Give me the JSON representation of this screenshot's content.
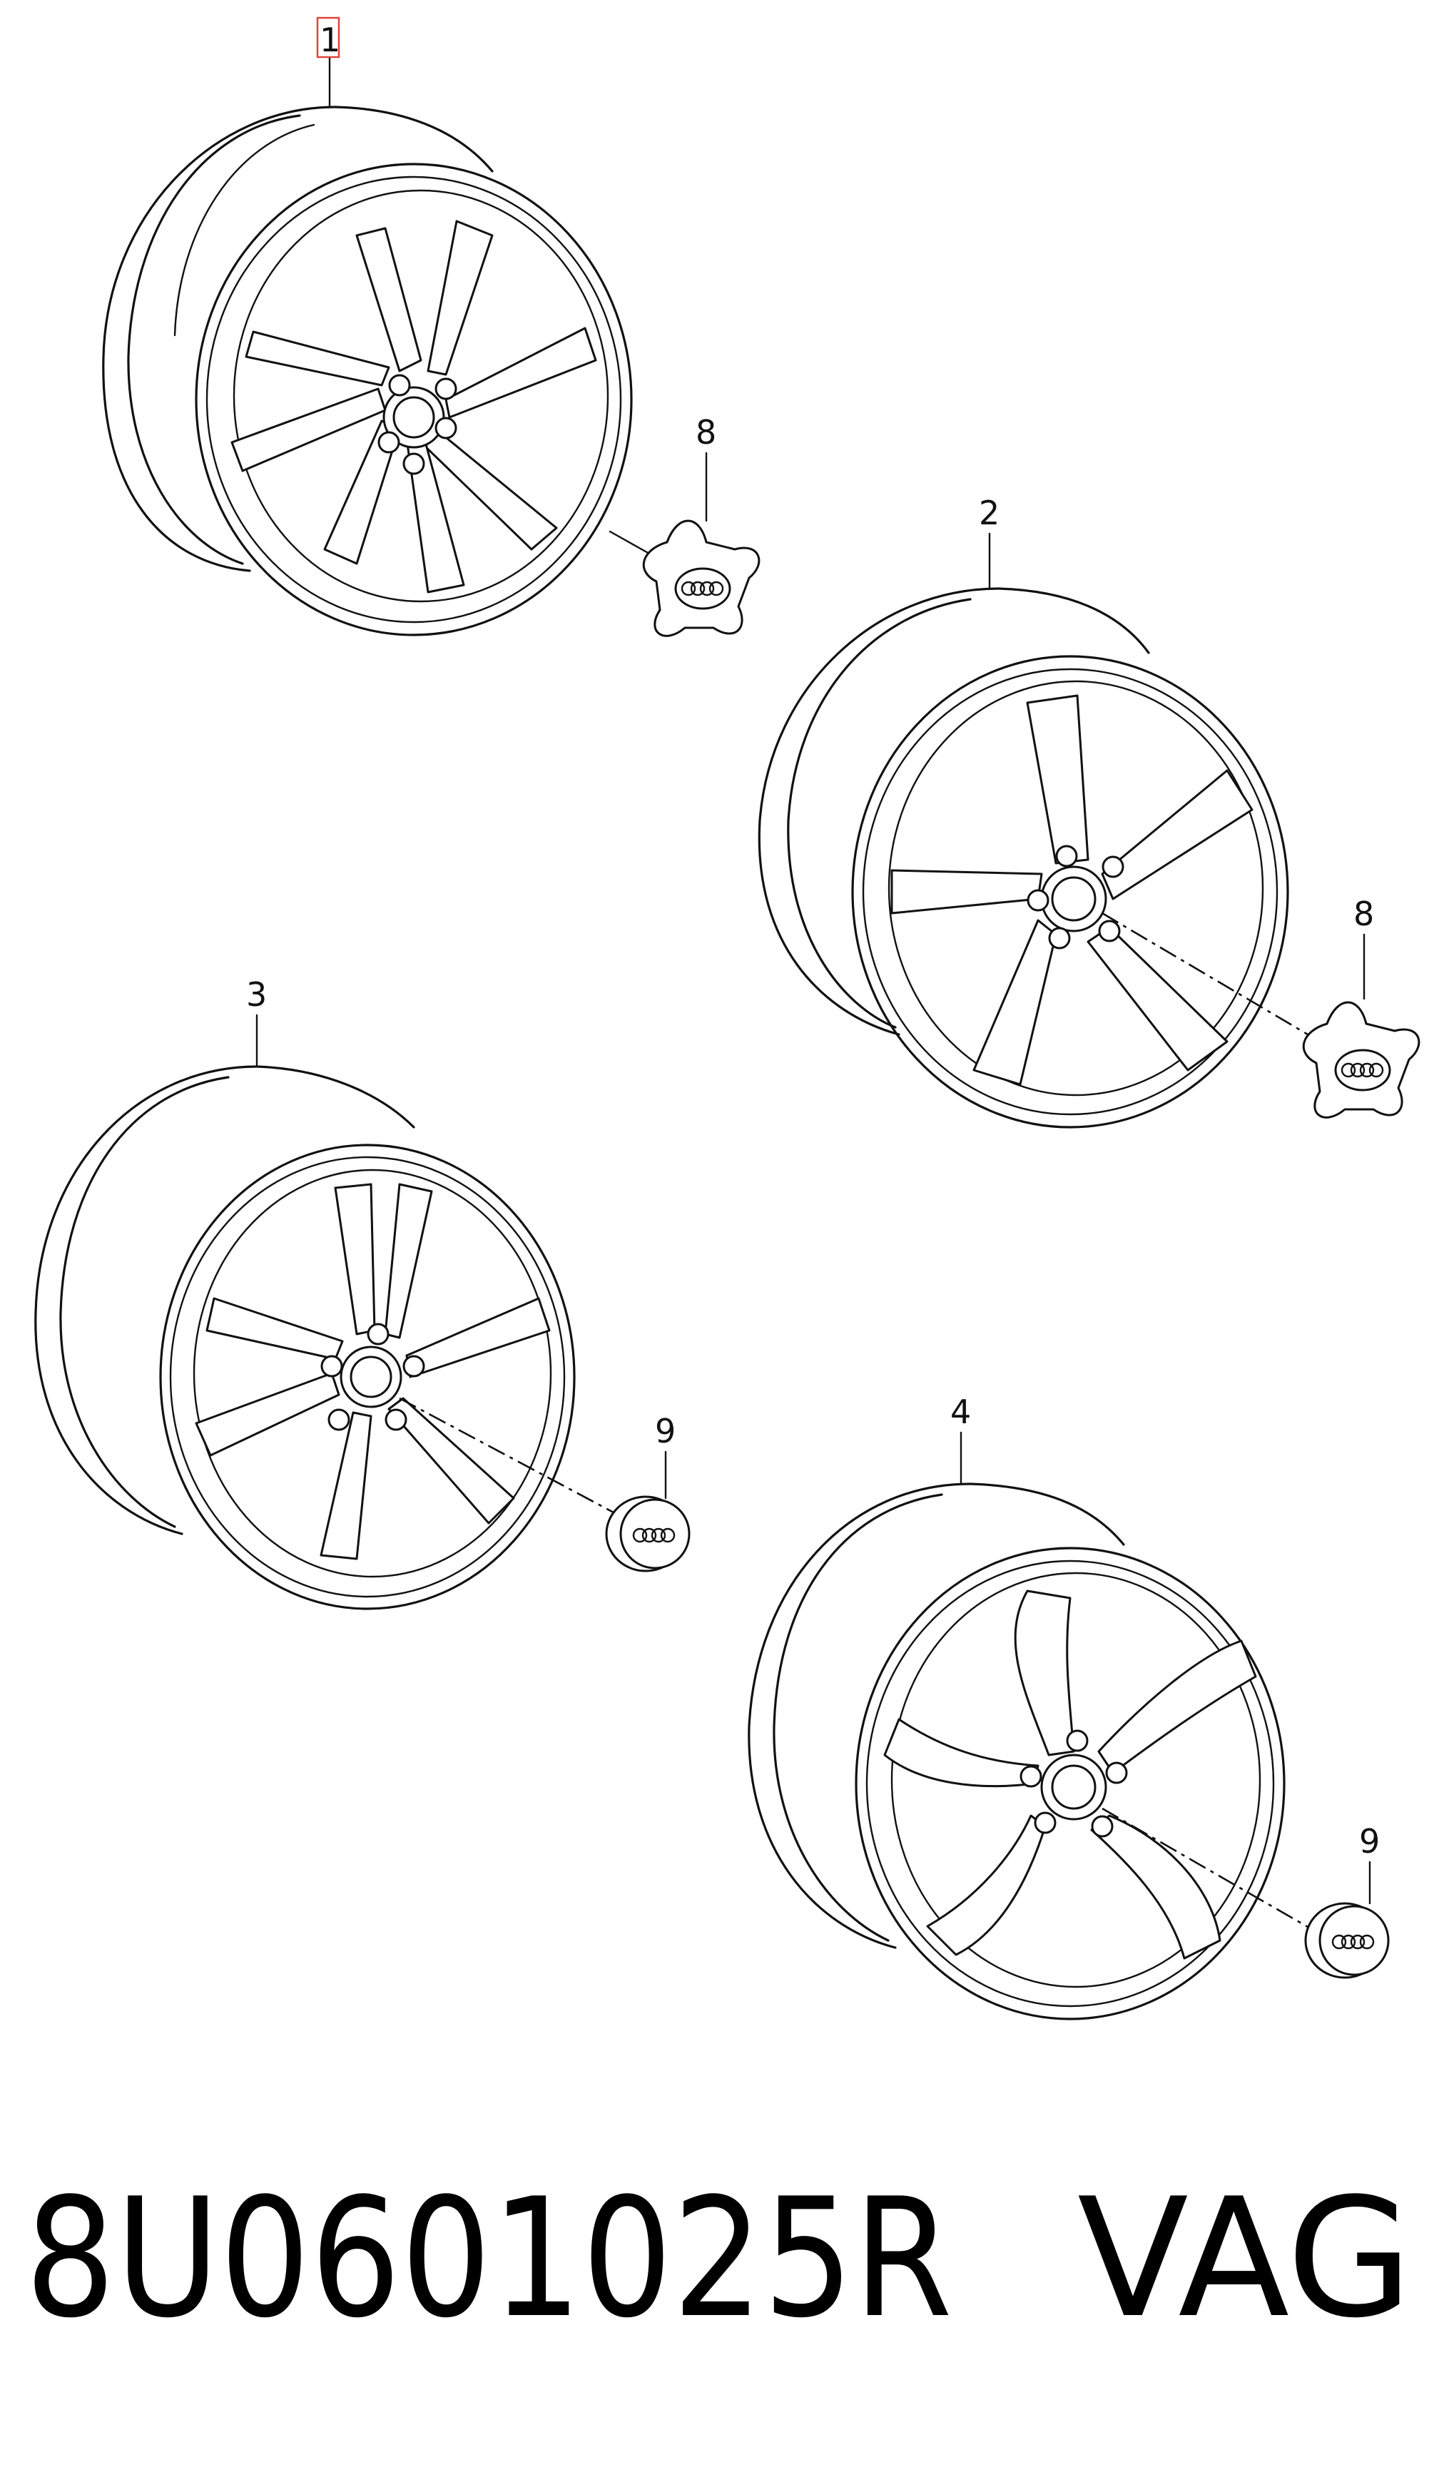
{
  "diagram": {
    "callouts": {
      "wheel_1": "1",
      "wheel_2": "2",
      "wheel_3": "3",
      "wheel_4": "4",
      "cap_8_top": "8",
      "cap_8_mid": "8",
      "cap_9_left": "9",
      "cap_9_right": "9"
    },
    "highlight_color": "#e0453e",
    "line_color": "#111111"
  },
  "footer": {
    "part_number": "8U0601025R",
    "brand": "VAG"
  }
}
